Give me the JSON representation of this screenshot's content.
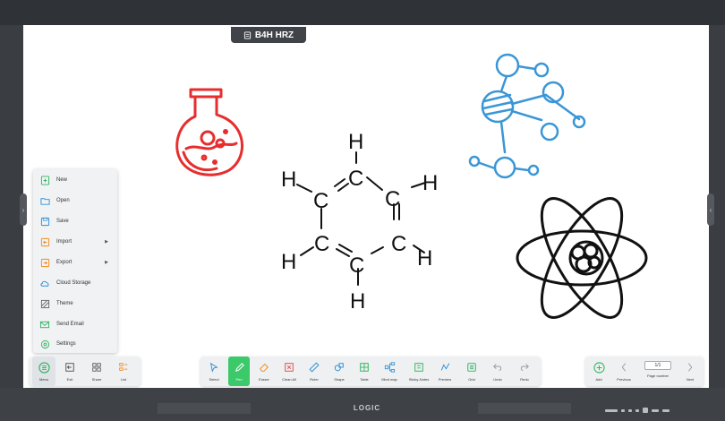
{
  "app": {
    "title": "B4H HRZ",
    "brand": "LOGIC"
  },
  "menu": {
    "items": [
      {
        "label": "New",
        "icon": "file-plus-icon",
        "submenu": false
      },
      {
        "label": "Open",
        "icon": "folder-open-icon",
        "submenu": false
      },
      {
        "label": "Save",
        "icon": "save-icon",
        "submenu": false
      },
      {
        "label": "Import",
        "icon": "import-icon",
        "submenu": true
      },
      {
        "label": "Export",
        "icon": "export-icon",
        "submenu": true
      },
      {
        "label": "Cloud Storage",
        "icon": "cloud-icon",
        "submenu": false
      },
      {
        "label": "Theme",
        "icon": "theme-icon",
        "submenu": false
      },
      {
        "label": "Send Email",
        "icon": "email-icon",
        "submenu": false
      },
      {
        "label": "Settings",
        "icon": "gear-icon",
        "submenu": false
      }
    ]
  },
  "toolbar": {
    "left": [
      {
        "label": "Menu",
        "icon": "menu-icon",
        "active": true
      },
      {
        "label": "Exit",
        "icon": "exit-icon"
      },
      {
        "label": "Share",
        "icon": "share-icon"
      },
      {
        "label": "List",
        "icon": "list-icon"
      }
    ],
    "center": [
      {
        "label": "Select",
        "icon": "select-icon"
      },
      {
        "label": "Pen",
        "icon": "pen-icon",
        "active": true
      },
      {
        "label": "Eraser",
        "icon": "eraser-icon"
      },
      {
        "label": "Clean All",
        "icon": "clean-all-icon"
      },
      {
        "label": "Ruler",
        "icon": "ruler-icon"
      },
      {
        "label": "Shape",
        "icon": "shape-icon"
      },
      {
        "label": "Table",
        "icon": "table-icon"
      },
      {
        "label": "Mind map",
        "icon": "mind-map-icon"
      },
      {
        "label": "Sticky-Notes",
        "icon": "sticky-notes-icon"
      },
      {
        "label": "Preview",
        "icon": "preview-icon"
      },
      {
        "label": "Grid",
        "icon": "grid-icon"
      },
      {
        "label": "Undo",
        "icon": "undo-icon"
      },
      {
        "label": "Redo",
        "icon": "redo-icon"
      }
    ],
    "right": {
      "add_label": "Add",
      "previous_label": "Previous",
      "page_number": "1/1",
      "page_number_label": "Page number",
      "next_label": "Next"
    }
  },
  "canvas": {
    "atoms": {
      "h": "H",
      "c": "C"
    },
    "colors": {
      "flask": "#e62e2e",
      "molecule": "#3a96d6",
      "atom": "#111111",
      "pen_active": "#3cc96a"
    }
  }
}
